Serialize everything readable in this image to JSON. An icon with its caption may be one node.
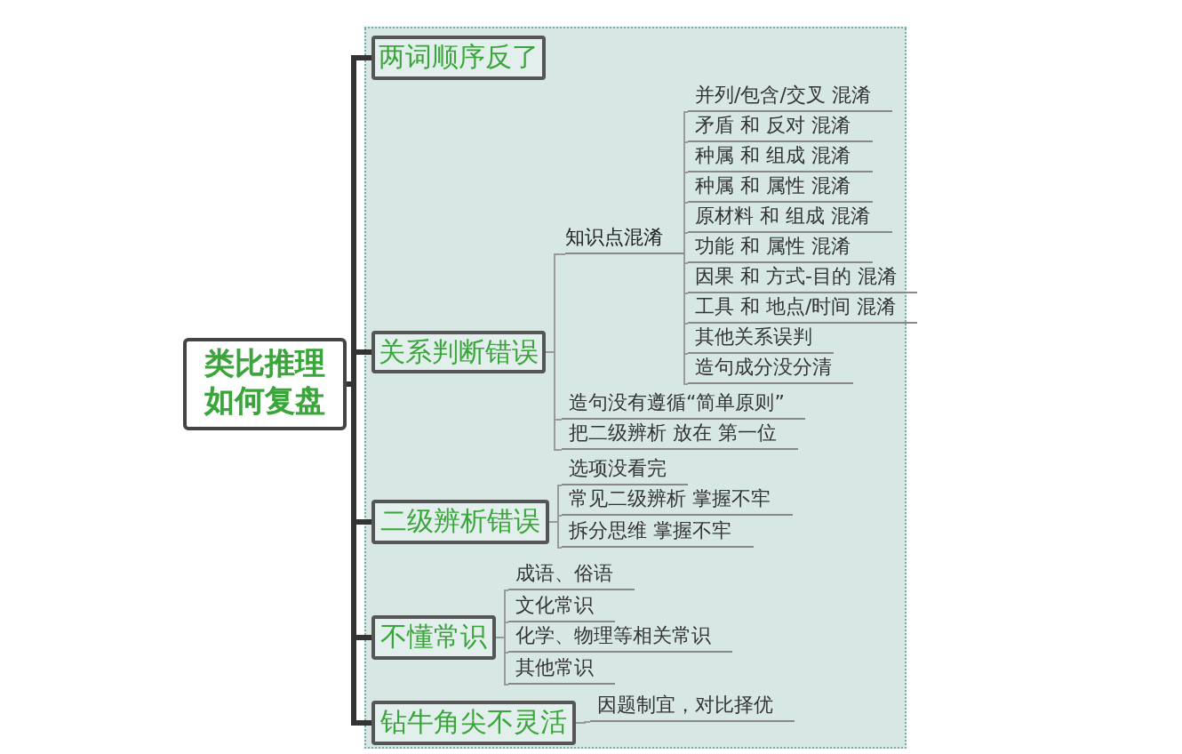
{
  "diagram": {
    "nodes": [
      {
        "text": [
          "类比推理如何复盘"
        ]
      },
      {
        "text": [
          "两词顺序反了"
        ]
      },
      {
        "text": [
          "关系判断错误"
        ]
      },
      {
        "text": [
          "知识点混淆"
        ]
      },
      {
        "text": [
          "并列/包含/交叉 混淆"
        ]
      },
      {
        "text": [
          "矛盾 和 反对 混淆"
        ]
      },
      {
        "text": [
          "种属 和 组成 混淆"
        ]
      },
      {
        "text": [
          "种属 和 属性 混淆"
        ]
      },
      {
        "text": [
          "原材料 和 组成 混淆"
        ]
      },
      {
        "text": [
          "功能 和 属性 混淆"
        ]
      },
      {
        "text": [
          "因果 和 方式-目的 混淆"
        ]
      },
      {
        "text": [
          "工具 和 地点/时间 混淆"
        ]
      },
      {
        "text": [
          "其他关系误判"
        ]
      },
      {
        "text": [
          "造句成分没分清"
        ]
      },
      {
        "text": [
          "造句没有遵循“简单原则”"
        ]
      },
      {
        "text": [
          "把二级辨析 放在 第一位"
        ]
      },
      {
        "text": [
          "二级辨析错误"
        ]
      },
      {
        "text": [
          "选项没看完"
        ]
      },
      {
        "text": [
          "常见二级辨析 掌握不牢"
        ]
      },
      {
        "text": [
          "拆分思维 掌握不牢"
        ]
      },
      {
        "text": [
          "不懂常识"
        ]
      },
      {
        "text": [
          "成语、俗语"
        ]
      },
      {
        "text": [
          "文化常识"
        ]
      },
      {
        "text": [
          "化学、物理等相关常识"
        ]
      },
      {
        "text": [
          "其他常识"
        ]
      },
      {
        "text": [
          "钻牛角尖不灵活"
        ]
      },
      {
        "text": [
          "因题制宜，对比择优"
        ]
      }
    ],
    "edges": [
      {
        "from": 0,
        "to": 1,
        "arrow": "none",
        "style": "thick",
        "color": "#333333"
      },
      {
        "from": 0,
        "to": 2,
        "arrow": "none",
        "style": "thick",
        "color": "#333333"
      },
      {
        "from": 0,
        "to": 16,
        "arrow": "none",
        "style": "thick",
        "color": "#333333"
      },
      {
        "from": 0,
        "to": 20,
        "arrow": "none",
        "style": "thick",
        "color": "#333333"
      },
      {
        "from": 0,
        "to": 25,
        "arrow": "none",
        "style": "thick",
        "color": "#333333"
      },
      {
        "from": 2,
        "to": 3,
        "arrow": "none"
      },
      {
        "from": 3,
        "to": 4,
        "arrow": "none"
      },
      {
        "from": 3,
        "to": 5,
        "arrow": "none"
      },
      {
        "from": 3,
        "to": 6,
        "arrow": "none"
      },
      {
        "from": 3,
        "to": 7,
        "arrow": "none"
      },
      {
        "from": 3,
        "to": 8,
        "arrow": "none"
      },
      {
        "from": 3,
        "to": 9,
        "arrow": "none"
      },
      {
        "from": 3,
        "to": 10,
        "arrow": "none"
      },
      {
        "from": 3,
        "to": 11,
        "arrow": "none"
      },
      {
        "from": 3,
        "to": 12,
        "arrow": "none"
      },
      {
        "from": 3,
        "to": 13,
        "arrow": "none"
      },
      {
        "from": 2,
        "to": 14,
        "arrow": "none"
      },
      {
        "from": 2,
        "to": 15,
        "arrow": "none"
      },
      {
        "from": 16,
        "to": 17,
        "arrow": "none"
      },
      {
        "from": 16,
        "to": 18,
        "arrow": "none"
      },
      {
        "from": 16,
        "to": 19,
        "arrow": "none"
      },
      {
        "from": 20,
        "to": 21,
        "arrow": "none"
      },
      {
        "from": 20,
        "to": 22,
        "arrow": "none"
      },
      {
        "from": 20,
        "to": 23,
        "arrow": "none"
      },
      {
        "from": 20,
        "to": 24,
        "arrow": "none"
      },
      {
        "from": 25,
        "to": 26,
        "arrow": "none"
      }
    ]
  }
}
